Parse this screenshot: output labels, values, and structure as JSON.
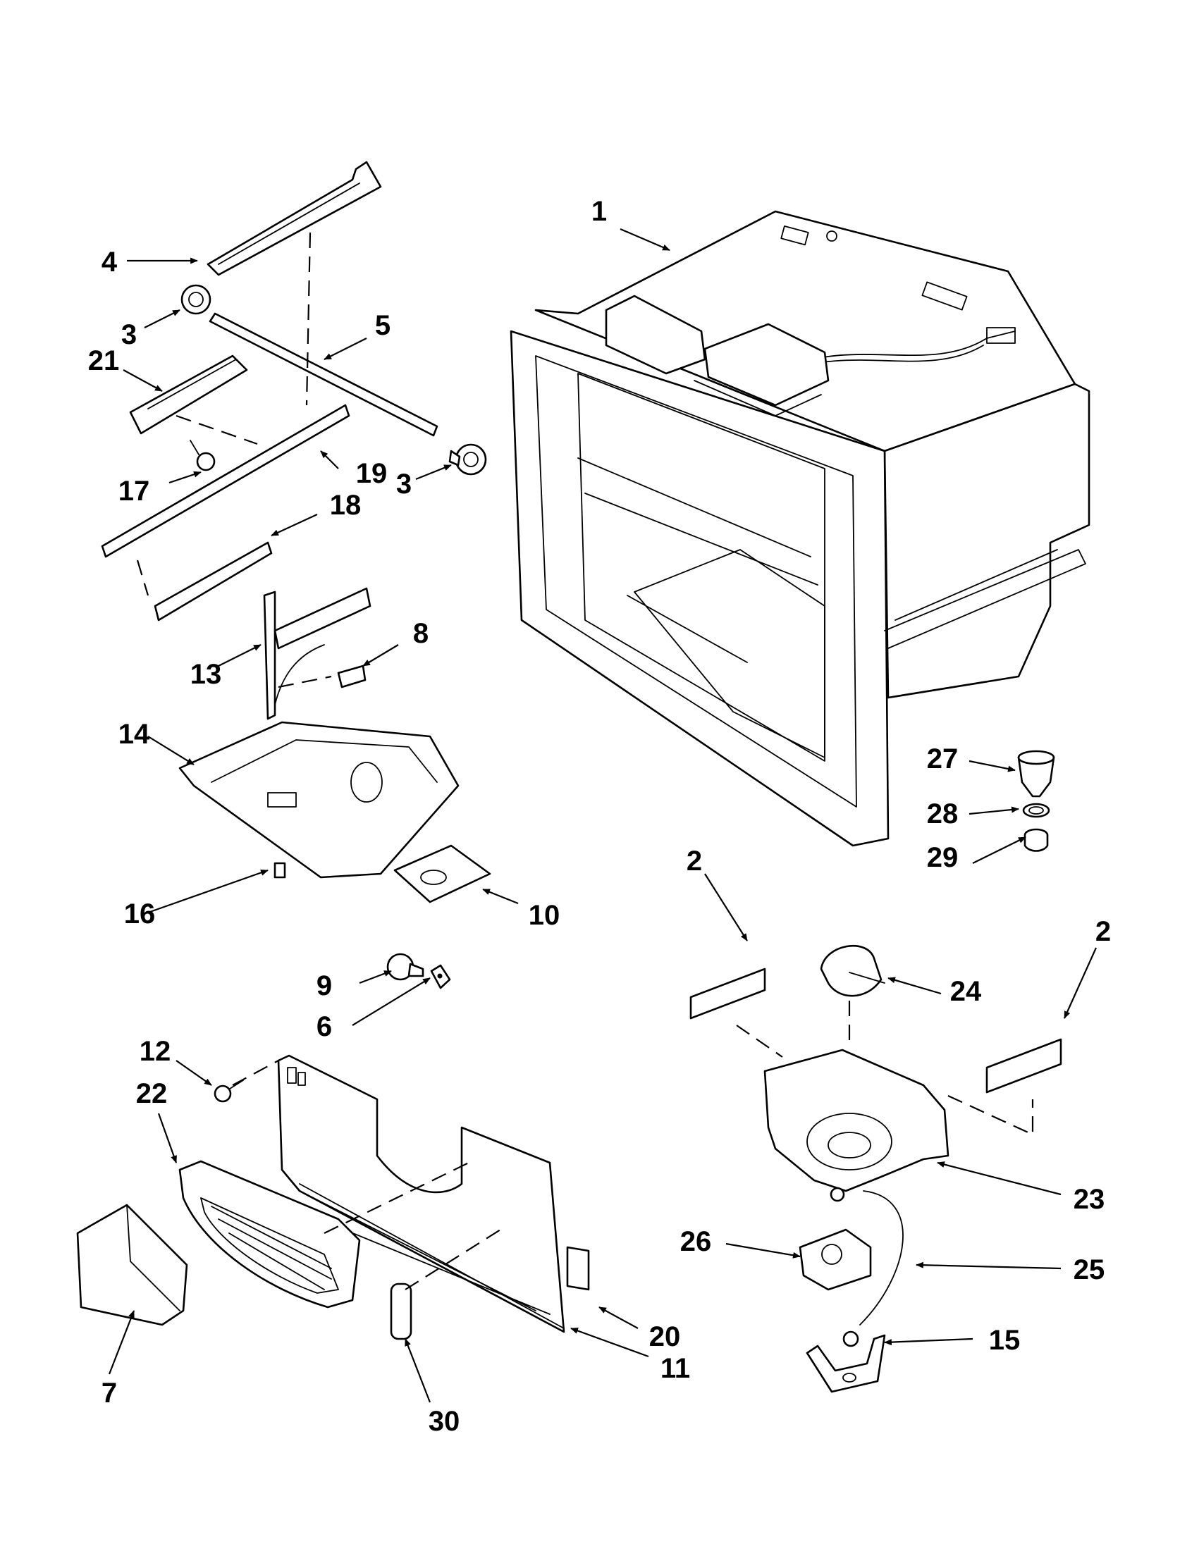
{
  "diagram": {
    "colors": {
      "ink": "#000000",
      "paper": "#ffffff"
    },
    "callouts": [
      {
        "id": "c1",
        "label": "1"
      },
      {
        "id": "c2a",
        "label": "2"
      },
      {
        "id": "c2b",
        "label": "2"
      },
      {
        "id": "c3a",
        "label": "3"
      },
      {
        "id": "c3b",
        "label": "3"
      },
      {
        "id": "c4",
        "label": "4"
      },
      {
        "id": "c5",
        "label": "5"
      },
      {
        "id": "c6",
        "label": "6"
      },
      {
        "id": "c7",
        "label": "7"
      },
      {
        "id": "c8",
        "label": "8"
      },
      {
        "id": "c9",
        "label": "9"
      },
      {
        "id": "c10",
        "label": "10"
      },
      {
        "id": "c11",
        "label": "11"
      },
      {
        "id": "c12",
        "label": "12"
      },
      {
        "id": "c13",
        "label": "13"
      },
      {
        "id": "c14",
        "label": "14"
      },
      {
        "id": "c15",
        "label": "15"
      },
      {
        "id": "c16",
        "label": "16"
      },
      {
        "id": "c17",
        "label": "17"
      },
      {
        "id": "c18",
        "label": "18"
      },
      {
        "id": "c19",
        "label": "19"
      },
      {
        "id": "c20",
        "label": "20"
      },
      {
        "id": "c21",
        "label": "21"
      },
      {
        "id": "c22",
        "label": "22"
      },
      {
        "id": "c23",
        "label": "23"
      },
      {
        "id": "c24",
        "label": "24"
      },
      {
        "id": "c25",
        "label": "25"
      },
      {
        "id": "c26",
        "label": "26"
      },
      {
        "id": "c27",
        "label": "27"
      },
      {
        "id": "c28",
        "label": "28"
      },
      {
        "id": "c29",
        "label": "29"
      },
      {
        "id": "c30",
        "label": "30"
      }
    ]
  }
}
